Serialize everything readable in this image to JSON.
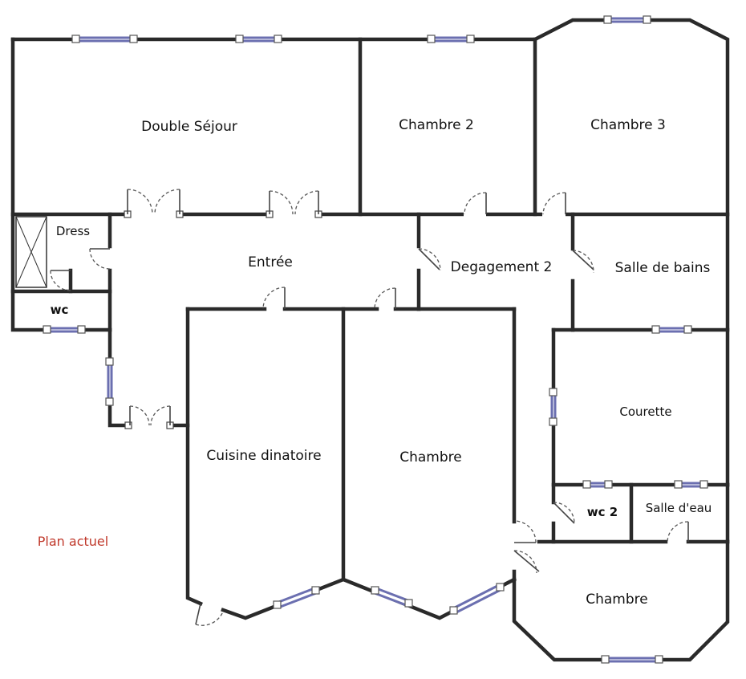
{
  "rooms": {
    "double_sejour": "Double Séjour",
    "chambre_2": "Chambre 2",
    "chambre_3": "Chambre 3",
    "dress": "Dress",
    "wc": "wc",
    "entree": "Entrée",
    "degagement_2": "Degagement 2",
    "salle_de_bains": "Salle de bains",
    "courette": "Courette",
    "cuisine_dinatoire": "Cuisine dinatoire",
    "chambre": "Chambre",
    "wc_2": "wc 2",
    "salle_d_eau": "Salle d'eau",
    "chambre_bas": "Chambre"
  },
  "caption": {
    "text": "Plan actuel",
    "color": "#c0392b"
  },
  "colors": {
    "wall": "#2a2a2a",
    "window": "#6b6fb0"
  }
}
